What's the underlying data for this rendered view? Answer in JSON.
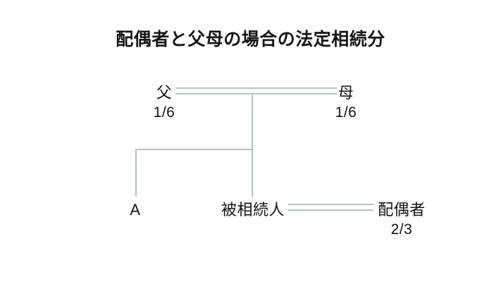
{
  "diagram": {
    "title": "配偶者と父母の場合の法定相続分",
    "type": "family-tree",
    "line_color": "#b3c2d4",
    "text_color": "#141414",
    "background_color": "#ffffff",
    "nodes": {
      "father": {
        "label": "父",
        "share": "1/6"
      },
      "mother": {
        "label": "母",
        "share": "1/6"
      },
      "child_a": {
        "label": "A",
        "share": ""
      },
      "decedent": {
        "label": "被相続人",
        "share": ""
      },
      "spouse": {
        "label": "配偶者",
        "share": "2/3"
      }
    }
  }
}
